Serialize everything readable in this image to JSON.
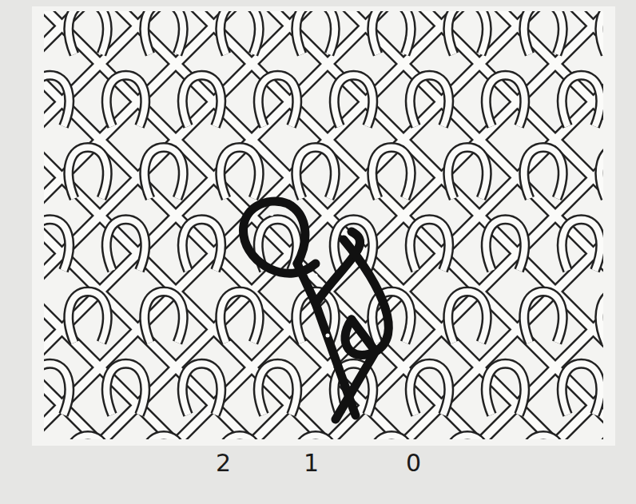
{
  "diagram": {
    "labels": [
      "2",
      "1",
      "0"
    ]
  }
}
